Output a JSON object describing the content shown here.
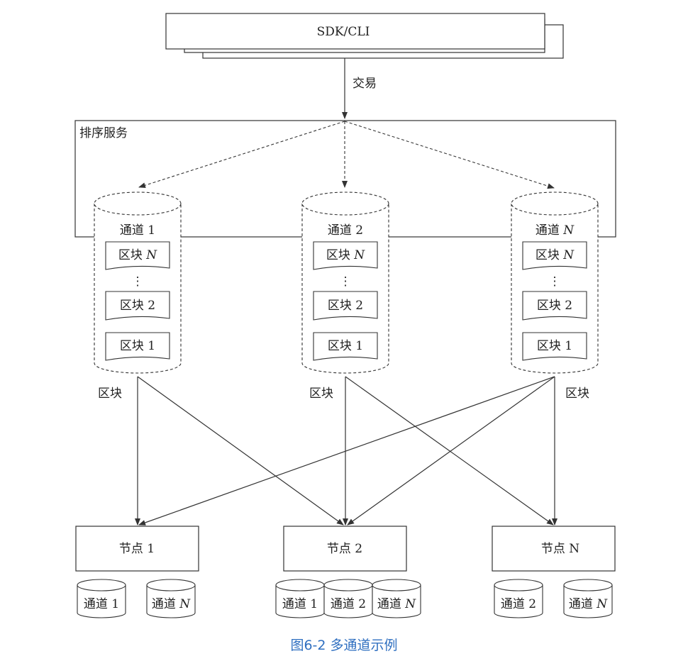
{
  "sdk": {
    "label": "SDK/CLI"
  },
  "transaction": {
    "label": "交易"
  },
  "ordering": {
    "label": "排序服务"
  },
  "channels": [
    {
      "name": "通道",
      "num": "1",
      "blocks": {
        "top": {
          "name": "区块",
          "num": "N"
        },
        "mid": {
          "name": "区块",
          "num": "2"
        },
        "bottom": {
          "name": "区块",
          "num": "1"
        }
      },
      "ellipsis": "⋮",
      "out_label": "区块"
    },
    {
      "name": "通道",
      "num": "2",
      "blocks": {
        "top": {
          "name": "区块",
          "num": "N"
        },
        "mid": {
          "name": "区块",
          "num": "2"
        },
        "bottom": {
          "name": "区块",
          "num": "1"
        }
      },
      "ellipsis": "⋮",
      "out_label": "区块"
    },
    {
      "name": "通道",
      "num": "N",
      "blocks": {
        "top": {
          "name": "区块",
          "num": "N"
        },
        "mid": {
          "name": "区块",
          "num": "2"
        },
        "bottom": {
          "name": "区块",
          "num": "1"
        }
      },
      "ellipsis": "⋮",
      "out_label": "区块"
    }
  ],
  "nodes": [
    {
      "label": "节点 1",
      "stores": [
        {
          "name": "通道",
          "num": "1"
        },
        {
          "name": "通道",
          "num": "N"
        }
      ]
    },
    {
      "label": "节点 2",
      "stores": [
        {
          "name": "通道",
          "num": "1"
        },
        {
          "name": "通道",
          "num": "2"
        },
        {
          "name": "通道",
          "num": "N"
        }
      ]
    },
    {
      "label": "节点 N",
      "stores": [
        {
          "name": "通道",
          "num": "2"
        },
        {
          "name": "通道",
          "num": "N"
        }
      ]
    }
  ],
  "caption": "图6-2 多通道示例",
  "colors": {
    "line": "#333333",
    "caption": "#2f6fc0"
  }
}
